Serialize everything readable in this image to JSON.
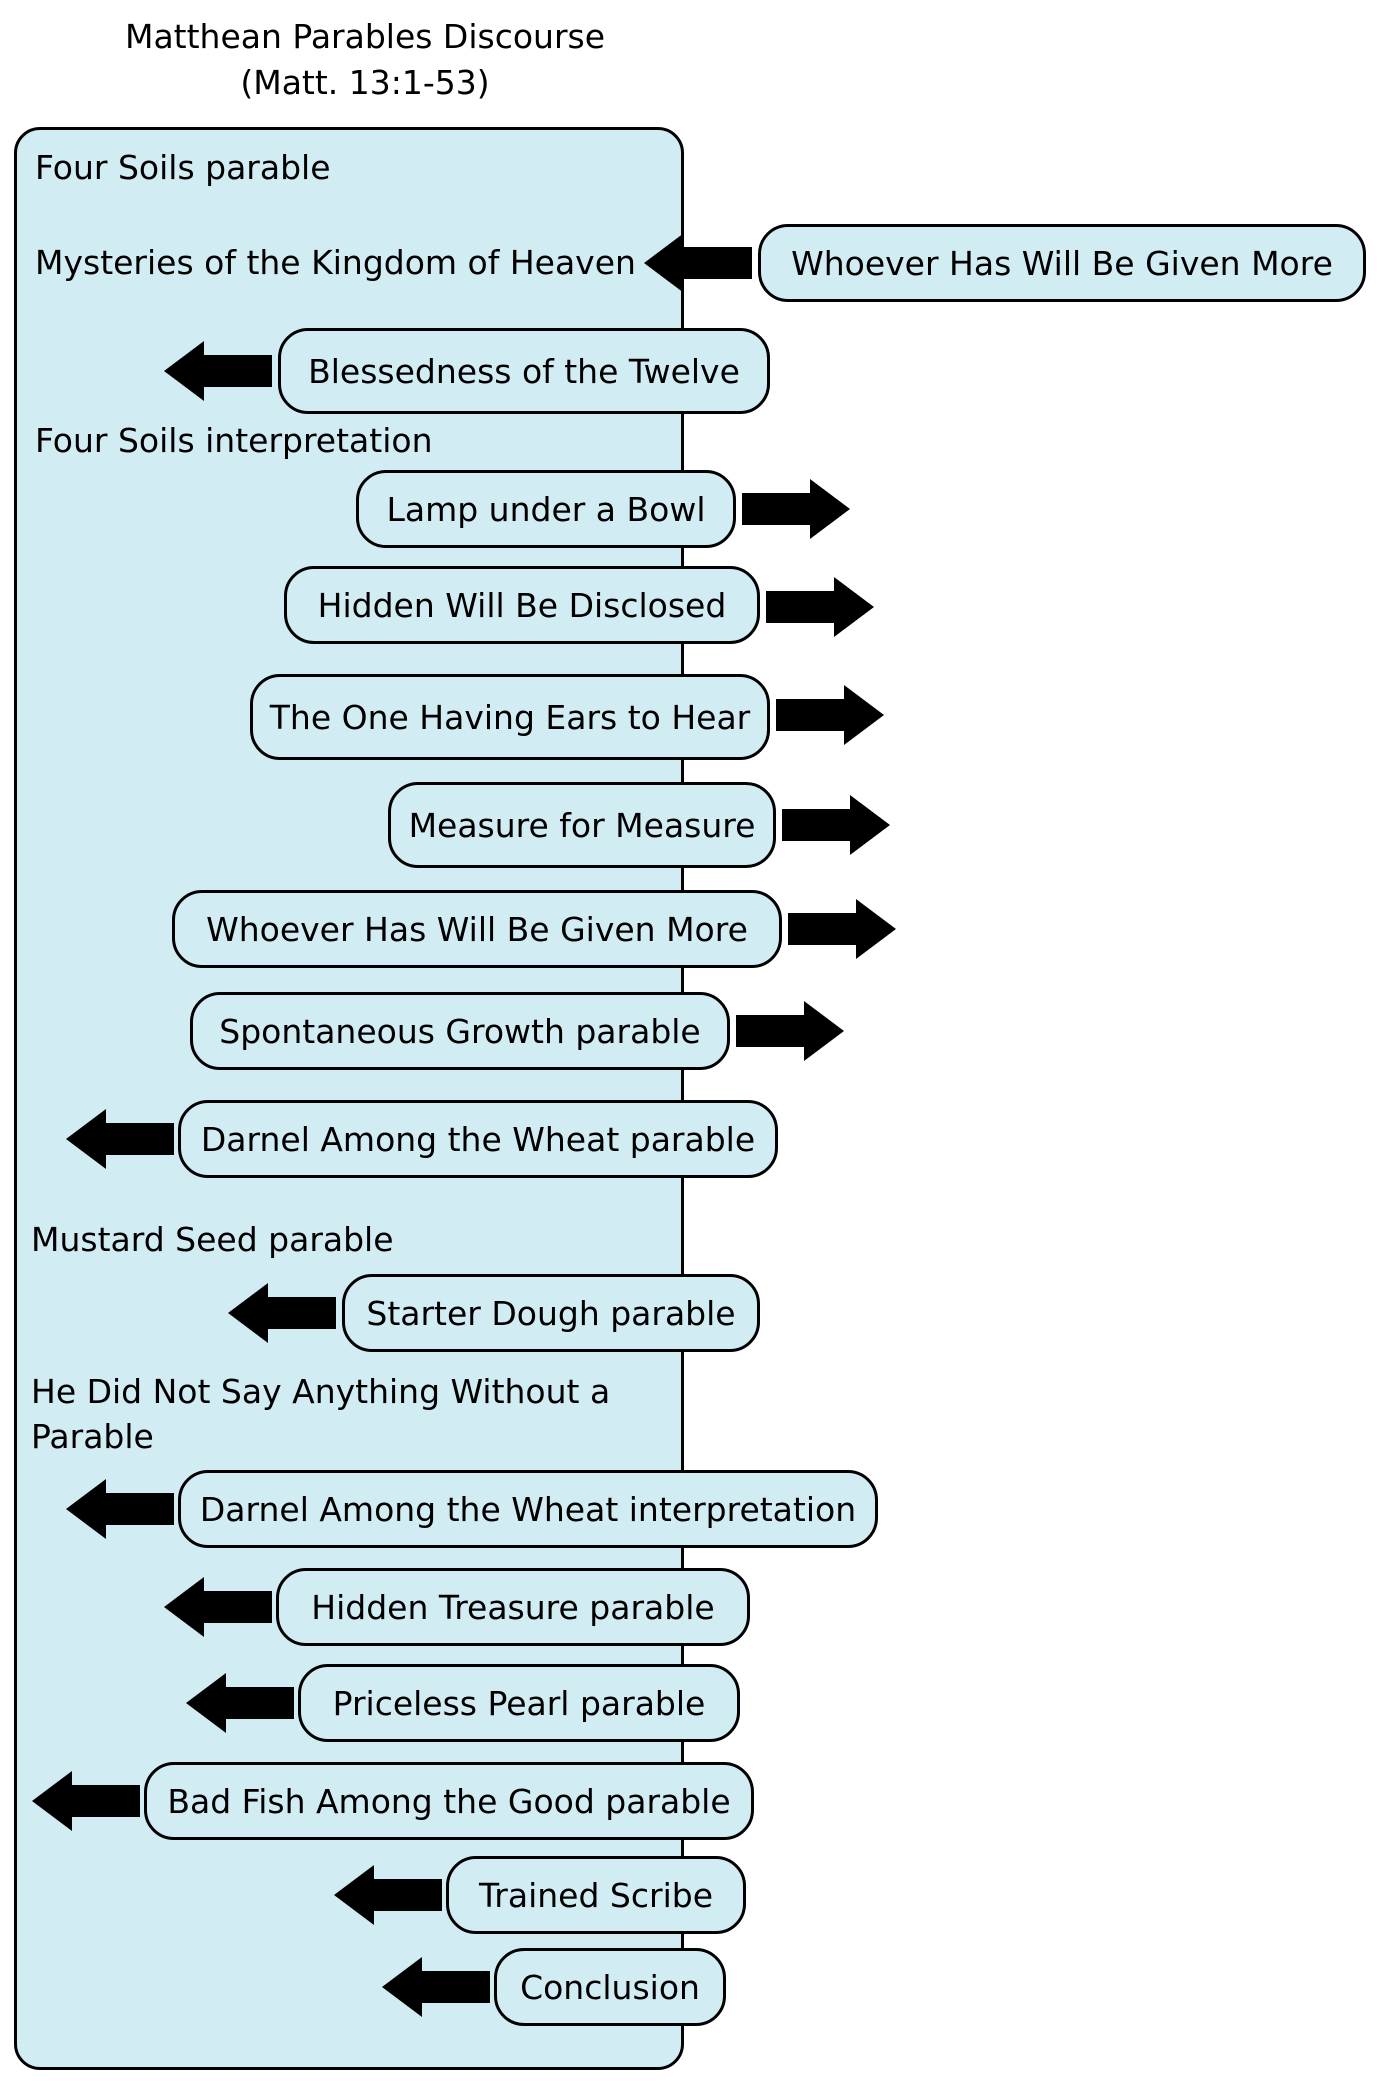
{
  "title": {
    "line1": "Matthean Parables Discourse",
    "line2": "(Matt. 13:1-53)"
  },
  "main": {
    "labels": [
      "Four Soils parable",
      "Mysteries of the Kingdom of Heaven",
      "Four Soils interpretation",
      "Mustard Seed parable",
      "He Did Not Say Anything Without a",
      "Parable"
    ]
  },
  "nodes": [
    {
      "label": "Whoever Has Will Be Given More",
      "arrow": "left"
    },
    {
      "label": "Blessedness of the Twelve",
      "arrow": "left"
    },
    {
      "label": "Lamp under a Bowl",
      "arrow": "right"
    },
    {
      "label": "Hidden Will Be Disclosed",
      "arrow": "right"
    },
    {
      "label": "The One Having Ears to Hear",
      "arrow": "right"
    },
    {
      "label": "Measure for Measure",
      "arrow": "right"
    },
    {
      "label": "Whoever Has Will Be Given More",
      "arrow": "right"
    },
    {
      "label": "Spontaneous Growth parable",
      "arrow": "right"
    },
    {
      "label": "Darnel Among the Wheat parable",
      "arrow": "left"
    },
    {
      "label": "Starter Dough parable",
      "arrow": "left"
    },
    {
      "label": "Darnel Among the Wheat interpretation",
      "arrow": "left"
    },
    {
      "label": "Hidden Treasure parable",
      "arrow": "left"
    },
    {
      "label": "Priceless Pearl parable",
      "arrow": "left"
    },
    {
      "label": "Bad Fish Among the Good parable",
      "arrow": "left"
    },
    {
      "label": "Trained Scribe",
      "arrow": "left"
    },
    {
      "label": "Conclusion",
      "arrow": "left"
    }
  ],
  "colors": {
    "fill": "#d2ecf3",
    "stroke": "#000000"
  }
}
